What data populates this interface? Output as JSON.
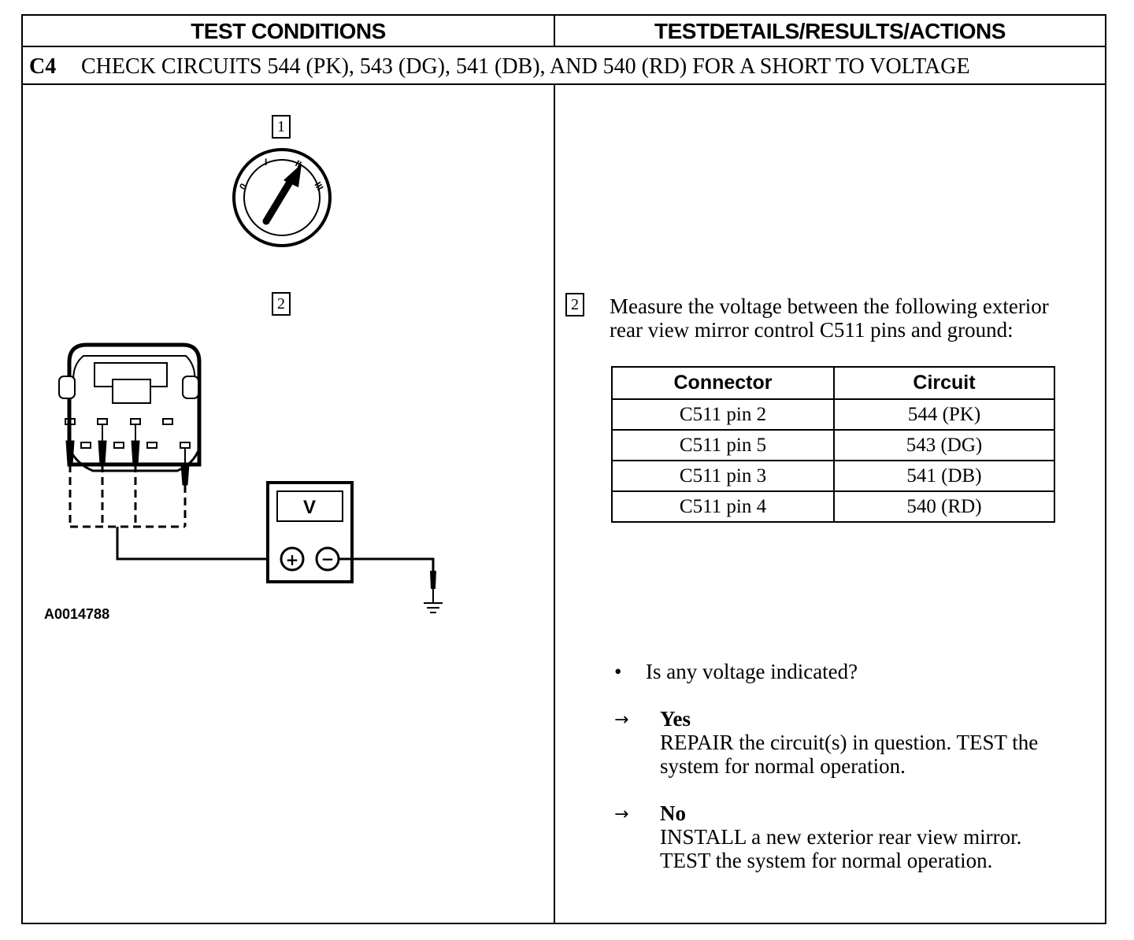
{
  "header": {
    "left_title": "TEST CONDITIONS",
    "right_title": "TESTDETAILS/RESULTS/ACTIONS"
  },
  "step": {
    "id": "C4",
    "title": "CHECK CIRCUITS 544 (PK), 543 (DG), 541 (DB), AND 540 (RD) FOR A SHORT TO VOLTAGE"
  },
  "left": {
    "fig_labels": [
      "1",
      "2"
    ],
    "ignition_positions": [
      "0",
      "I",
      "II",
      "III"
    ],
    "meter_label": "V",
    "meter_plus": "+",
    "meter_minus": "−",
    "figure_id": "A0014788"
  },
  "right": {
    "step_num": "2",
    "instruction_line1": "Measure the voltage between the following exterior",
    "instruction_line2": "rear view mirror control C511 pins and ground:",
    "table": {
      "headers": [
        "Connector",
        "Circuit"
      ],
      "rows": [
        [
          "C511 pin 2",
          "544 (PK)"
        ],
        [
          "C511 pin 5",
          "543 (DG)"
        ],
        [
          "C511 pin 3",
          "541 (DB)"
        ],
        [
          "C511 pin 4",
          "540 (RD)"
        ]
      ]
    },
    "bullet_symbol": "•",
    "question": "Is any voltage indicated?",
    "arrow_symbol": "→",
    "yes": {
      "label": "Yes",
      "line1": "REPAIR the circuit(s) in question. TEST the",
      "line2": "system for normal operation."
    },
    "no": {
      "label": "No",
      "line1": "INSTALL a new exterior rear view mirror.",
      "line2": "TEST the system for normal operation."
    }
  }
}
